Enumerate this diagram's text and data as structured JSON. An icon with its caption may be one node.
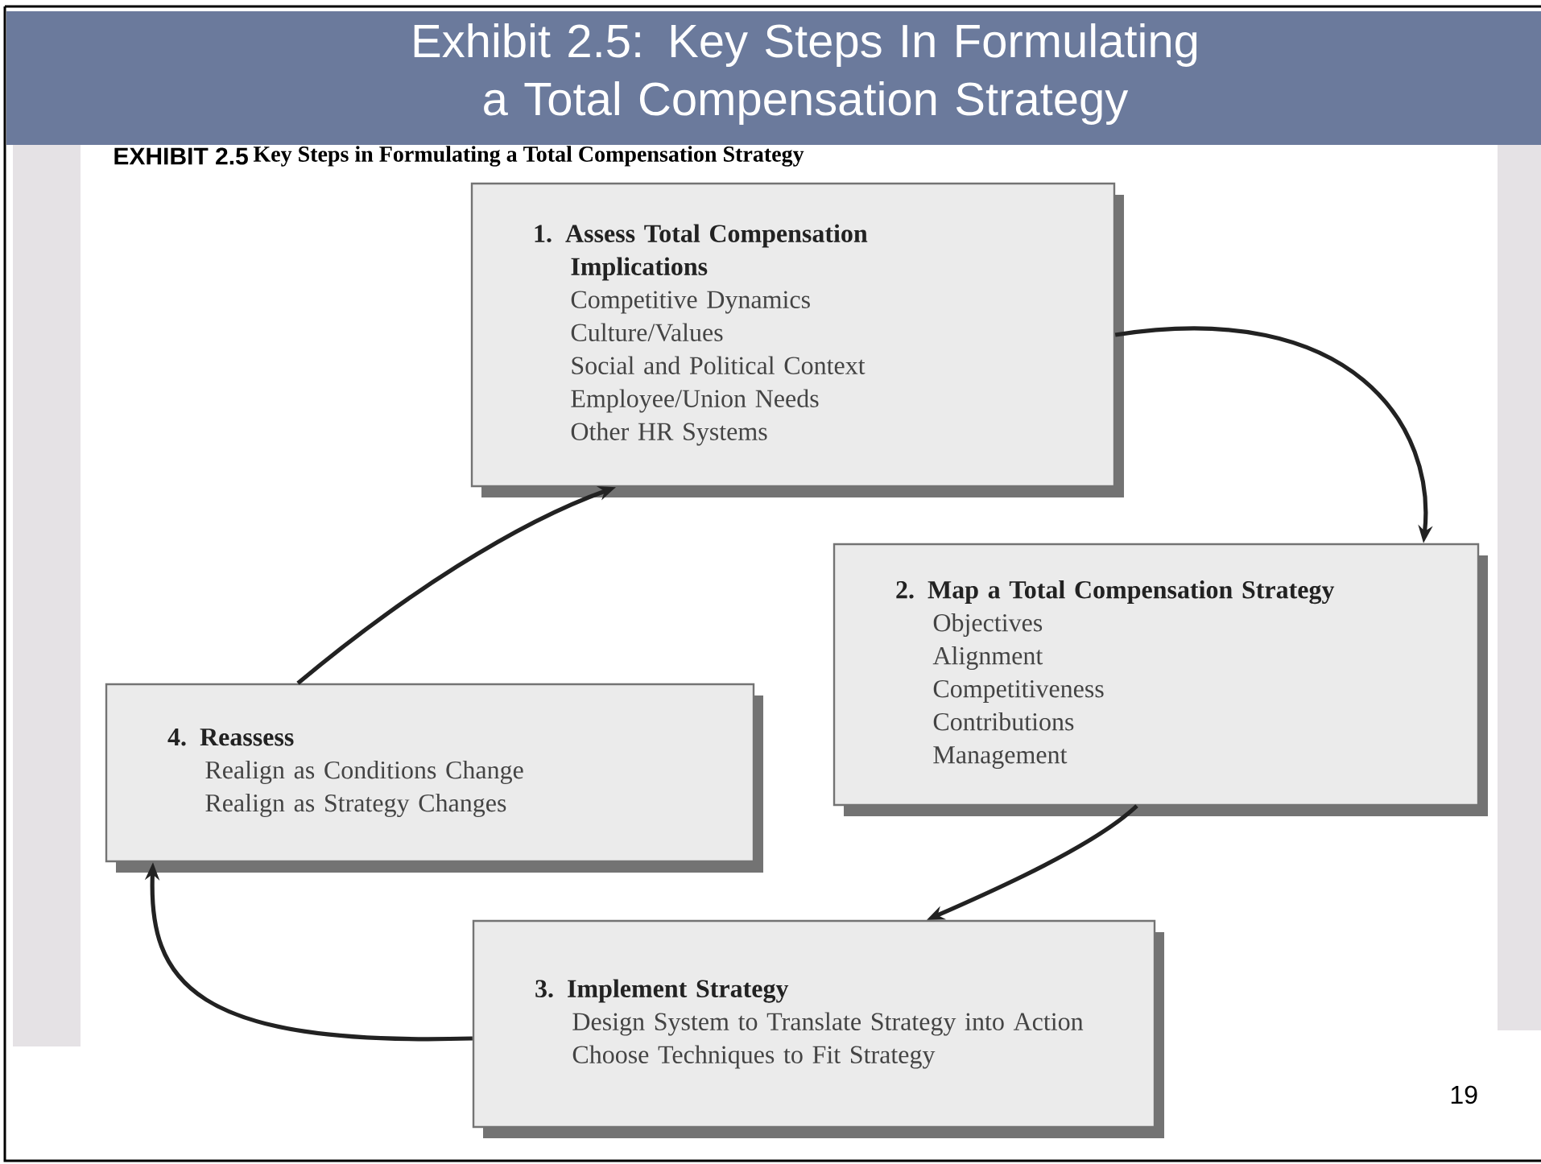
{
  "diagram": {
    "title": "Exhibit 2.5: Key Steps In Formulating a Total Compensation Strategy",
    "nodes": [
      {
        "text": [
          "1. Assess Total Compensation Implications",
          "Competitive Dynamics",
          "Culture/Values",
          "Social and Political Context",
          "Employee/Union Needs",
          "Other HR Systems"
        ]
      },
      {
        "text": [
          "2. Map a Total Compensation Strategy",
          "Objectives",
          "Alignment",
          "Competitiveness",
          "Contributions",
          "Management"
        ]
      },
      {
        "text": [
          "3. Implement Strategy",
          "Design System to Translate Strategy into Action",
          "Choose Techniques to Fit Strategy"
        ]
      },
      {
        "text": [
          "4. Reassess",
          "Realign as Conditions Change",
          "Realign as Strategy Changes"
        ]
      }
    ],
    "edges": [
      {
        "from": 0,
        "to": 1,
        "arrow": "to"
      },
      {
        "from": 1,
        "to": 2,
        "arrow": "to"
      },
      {
        "from": 2,
        "to": 3,
        "arrow": "to"
      },
      {
        "from": 3,
        "to": 0,
        "arrow": "to"
      }
    ],
    "labels": [
      "EXHIBIT 2.5",
      "Key Steps in Formulating a Total Compensation Strategy",
      "19"
    ]
  }
}
